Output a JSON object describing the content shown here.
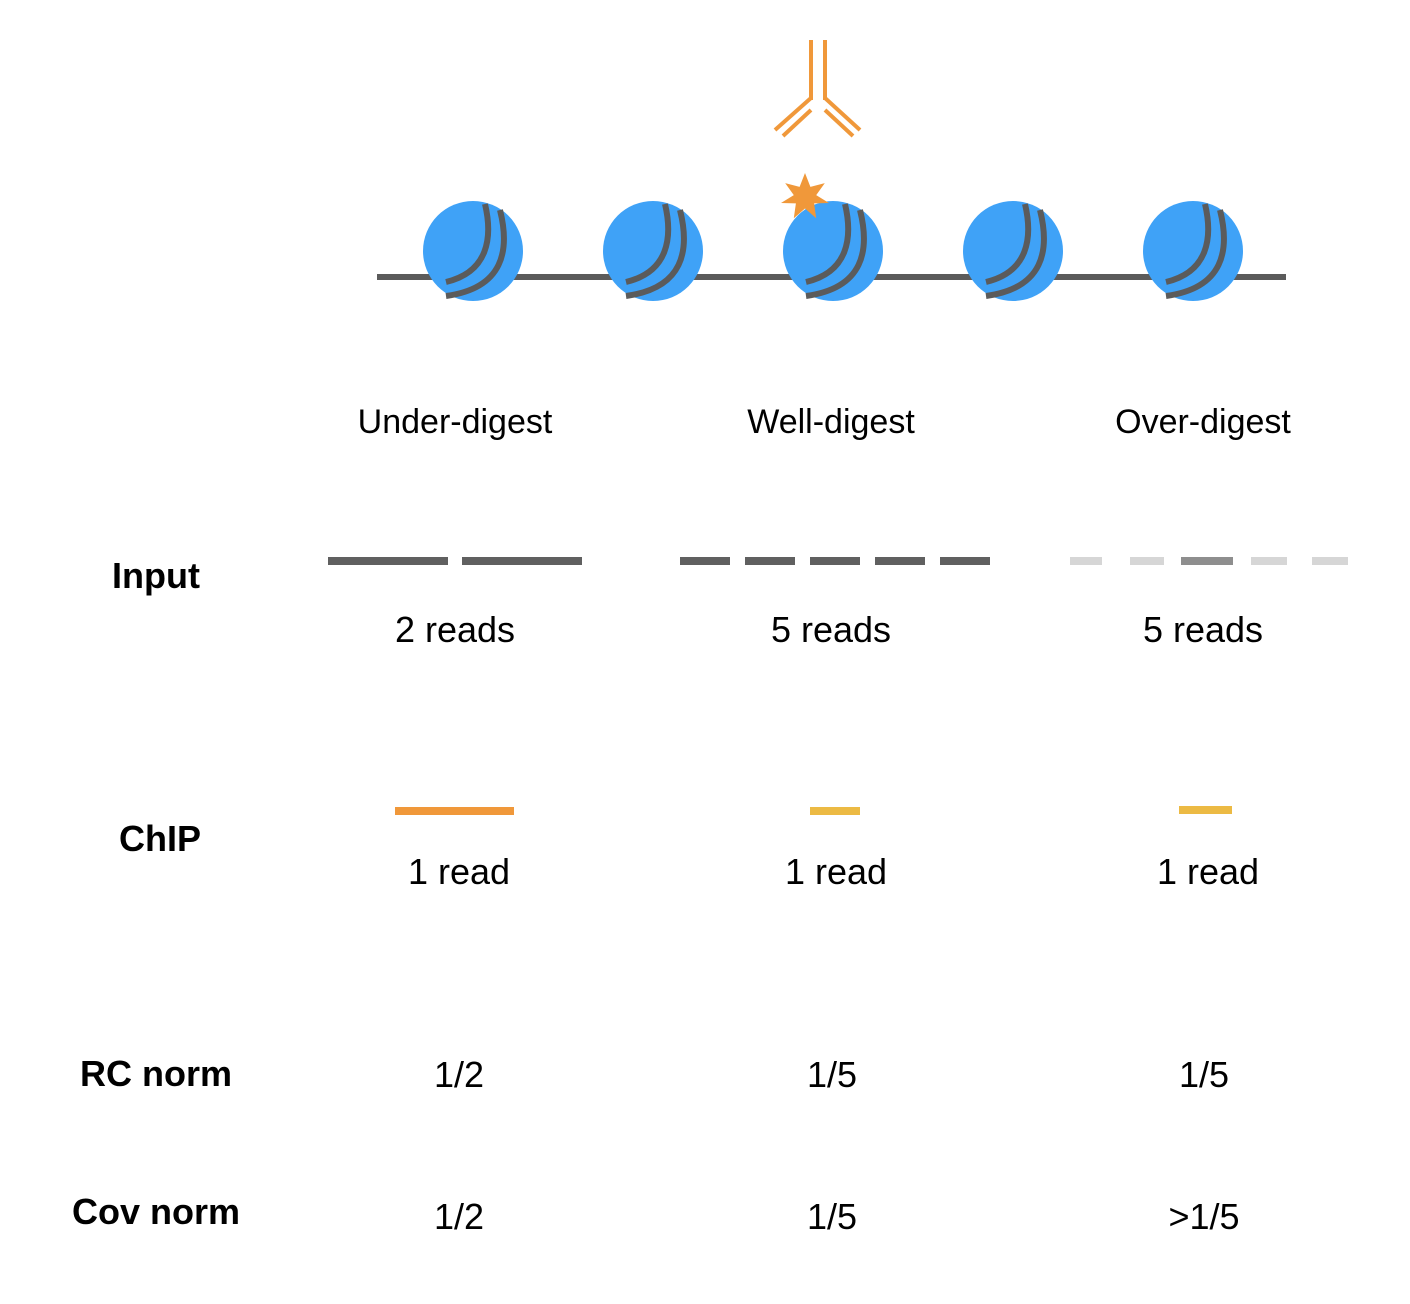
{
  "colors": {
    "nucleosome": "#3fa2f7",
    "dna": "#5b5b5b",
    "antibody": "#f0983a",
    "mark": "#f0983a",
    "chip_under": "#f0983a",
    "chip_well_over": "#ecba44",
    "input_dark": "#606060",
    "input_mid": "#8e8e8e",
    "input_light": "#d6d6d6"
  },
  "icons": {
    "antibody": "antibody-icon",
    "modification": "histone-mark-star-icon",
    "nucleosome": "nucleosome-icon"
  },
  "columns": [
    {
      "heading": "Under-digest",
      "input_reads": "2 reads",
      "chip_reads": "1 read",
      "rc_norm": "1/2",
      "cov_norm": "1/2"
    },
    {
      "heading": "Well-digest",
      "input_reads": "5 reads",
      "chip_reads": "1 read",
      "rc_norm": "1/5",
      "cov_norm": "1/5"
    },
    {
      "heading": "Over-digest",
      "input_reads": "5 reads",
      "chip_reads": "1 read",
      "rc_norm": "1/5",
      "cov_norm": ">1/5"
    }
  ],
  "rows": {
    "input": "Input",
    "chip": "ChIP",
    "rc_norm": "RC norm",
    "cov_norm": "Cov norm"
  }
}
